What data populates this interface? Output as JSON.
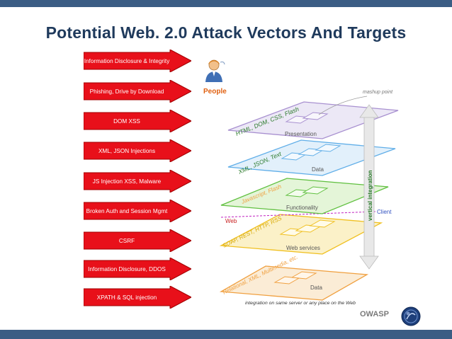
{
  "title": "Potential Web. 2.0 Attack Vectors And Targets",
  "attack_vectors": [
    {
      "label": "Information Disclosure & Integrity"
    },
    {
      "label": "Phishing, Drive by Download"
    },
    {
      "label": "DOM XSS"
    },
    {
      "label": "XML, JSON Injections"
    },
    {
      "label": "JS Injection XSS, Malware"
    },
    {
      "label": "Broken Auth and Session Mgmt"
    },
    {
      "label": "CSRF"
    },
    {
      "label": "Information Disclosure, DDOS"
    },
    {
      "label": "XPATH & SQL injection"
    }
  ],
  "people_label": "People",
  "layers": {
    "presentation": {
      "tag": "HTML, DOM, CSS, Flash",
      "name": "Presentation"
    },
    "data_top": {
      "tag": "XML, JSON, Text",
      "name": "Data"
    },
    "functionality": {
      "tag": "Javascript, Flash",
      "name": "Functionality"
    },
    "web_services": {
      "tag": "SOAP, REST, HTTP, RSS",
      "name": "Web services"
    },
    "data_bottom": {
      "tag": "Relational, XML, Multimedia, etc.",
      "name": "Data"
    }
  },
  "mashup_point": "mashup point",
  "vertical_integration": "vertical integration",
  "web_label": "Web",
  "client_label": "Client",
  "integration_note": "integration on same server or any place on the Web",
  "owasp": "OWASP",
  "colors": {
    "bar": "#3b5d84",
    "title": "#1f3a5c",
    "arrow_fill": "#e8101a",
    "people": "#e06010"
  }
}
